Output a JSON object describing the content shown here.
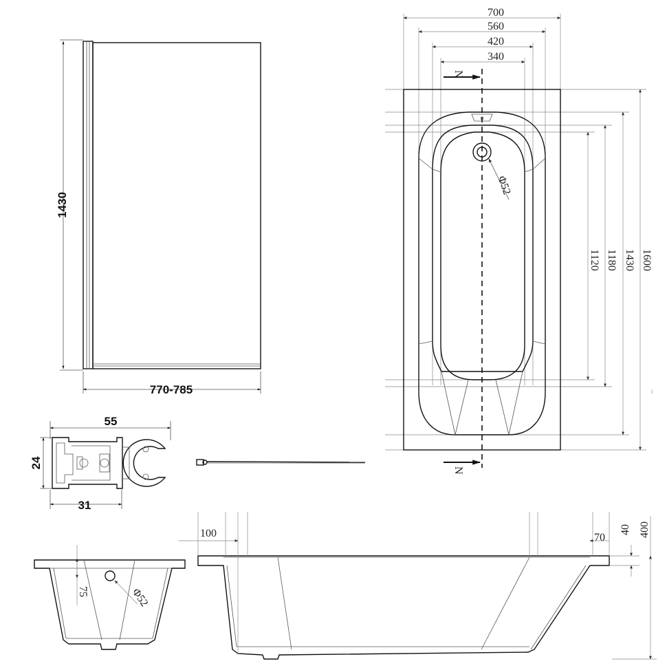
{
  "screen": {
    "dims_mm": {
      "height": "1430",
      "width": "770-785"
    }
  },
  "profile": {
    "dims_mm": {
      "overall_width": "55",
      "height": "24",
      "base_width": "31"
    }
  },
  "top_view": {
    "dims_mm": {
      "w700": "700",
      "w560": "560",
      "w420": "420",
      "w340": "340",
      "l1120": "1120",
      "l1180": "1180",
      "l1430": "1430",
      "l1600": "1600",
      "waste": "Φ52"
    },
    "section_label_top": "N",
    "section_label_bottom": "N"
  },
  "end_section": {
    "dims_mm": {
      "depth_75": "75",
      "waste": "Φ52"
    }
  },
  "side_section": {
    "dims_mm": {
      "d100": "100",
      "d70": "70",
      "d40": "40",
      "d400": "400"
    }
  }
}
